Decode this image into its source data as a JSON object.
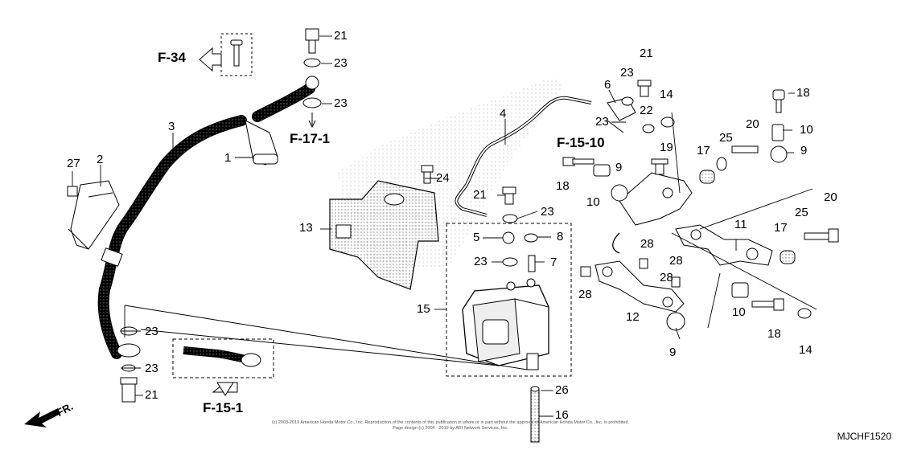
{
  "diagram": {
    "code": "MJCHF1520",
    "direction_label": "FR.",
    "copyright_line1": "(c) 2003-2019 American Honda Motor Co., Inc. Reproduction of the contents of this publication in whole or in part without the approval of American Honda Motor Co., Inc. is prohibited.",
    "copyright_line2": "Page design (c) 2004 - 2019 by ARI Network Services, Inc."
  },
  "references": {
    "f34": "F-34",
    "f171": "F-17-1",
    "f1510": "F-15-10",
    "f151": "F-15-1"
  },
  "callouts": {
    "n1": "1",
    "n2": "2",
    "n3": "3",
    "n4": "4",
    "n5": "5",
    "n6": "6",
    "n7": "7",
    "n8": "8",
    "n9a": "9",
    "n9b": "9",
    "n9c": "9",
    "n10a": "10",
    "n10b": "10",
    "n10c": "10",
    "n11": "11",
    "n12": "12",
    "n13": "13",
    "n14a": "14",
    "n14b": "14",
    "n15": "15",
    "n16": "16",
    "n17a": "17",
    "n17b": "17",
    "n18a": "18",
    "n18b": "18",
    "n18c": "18",
    "n19": "19",
    "n20a": "20",
    "n20b": "20",
    "n21a": "21",
    "n21b": "21",
    "n21c": "21",
    "n21d": "21",
    "n22": "22",
    "n23a": "23",
    "n23b": "23",
    "n23c": "23",
    "n23d": "23",
    "n23e": "23",
    "n23f": "23",
    "n23g": "23",
    "n23h": "23",
    "n24": "24",
    "n25a": "25",
    "n25b": "25",
    "n26": "26",
    "n27": "27",
    "n28a": "28",
    "n28b": "28",
    "n28c": "28",
    "n28d": "28"
  }
}
